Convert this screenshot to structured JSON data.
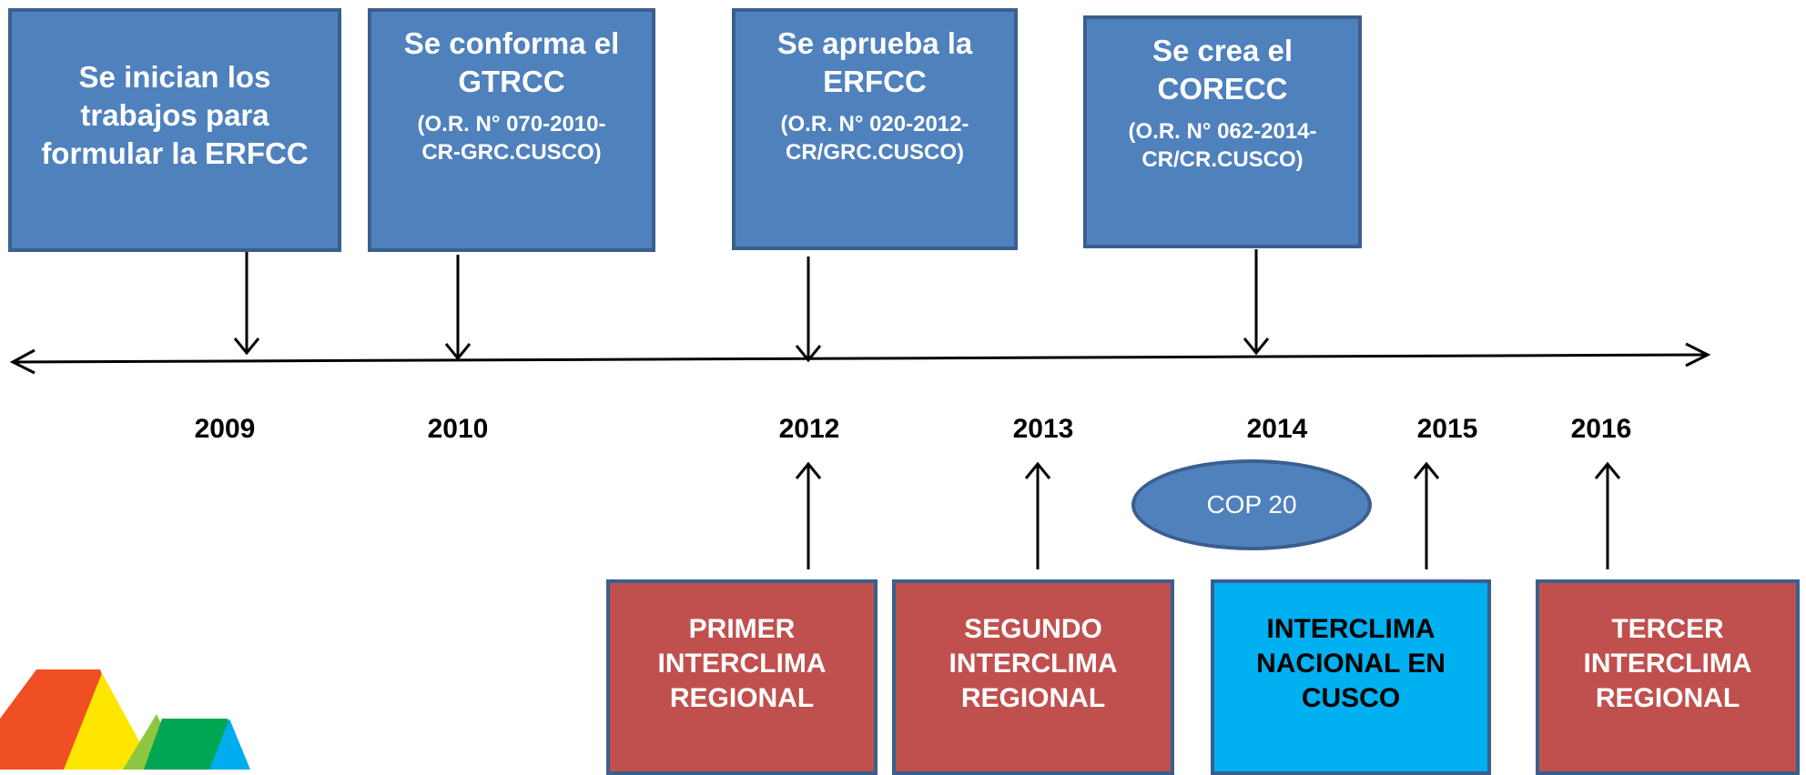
{
  "milestones": [
    {
      "title": "Se inician los trabajos para formular la ERFCC",
      "reference": ""
    },
    {
      "title": "Se conforma el GTRCC",
      "reference": "(O.R. N° 070-2010-CR-GRC.CUSCO)"
    },
    {
      "title": "Se aprueba la ERFCC",
      "reference": "(O.R. N° 020-2012-CR/GRC.CUSCO)"
    },
    {
      "title": "Se crea el CORECC",
      "reference": "(O.R. N° 062-2014-CR/CR.CUSCO)"
    }
  ],
  "years": [
    "2009",
    "2010",
    "2012",
    "2013",
    "2014",
    "2015",
    "2016"
  ],
  "events": [
    {
      "label": "PRIMER INTERCLIMA REGIONAL"
    },
    {
      "label": "SEGUNDO INTERCLIMA REGIONAL"
    },
    {
      "label": "INTERCLIMA NACIONAL EN CUSCO"
    },
    {
      "label": "TERCER INTERCLIMA REGIONAL"
    }
  ],
  "cop": "COP 20",
  "colors": {
    "milestone_fill": "#4f81bd",
    "event_fill": "#c0504d",
    "highlight_fill": "#00b0f0",
    "border": "#3a5f8f"
  }
}
